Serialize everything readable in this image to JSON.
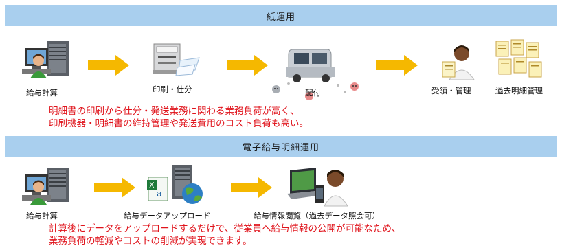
{
  "sections": [
    {
      "title": "紙運用",
      "steps": [
        {
          "label": "給与計算",
          "icon": "user-server-icon"
        },
        {
          "label": "印刷・仕分",
          "icon": "printer-icon"
        },
        {
          "label": "配付",
          "icon": "delivery-car-icon"
        },
        {
          "label": "受領・管理",
          "icon": "user-document-icon"
        },
        {
          "label": "過去明細管理",
          "icon": "document-stack-icon"
        }
      ],
      "note_lines": [
        "明細書の印刷から仕分・発送業務に関わる業務負荷が高く、",
        "印刷機器・明細書の維持管理や発送費用のコスト負荷も高い。"
      ]
    },
    {
      "title": "電子給与明細運用",
      "steps": [
        {
          "label": "給与計算",
          "icon": "user-server-icon"
        },
        {
          "label": "給与データアップロード",
          "icon": "server-upload-icon"
        },
        {
          "label": "給与情報閲覧（過去データ照会可）",
          "icon": "laptop-user-icon"
        }
      ],
      "note_lines": [
        "計算後にデータをアップロードするだけで、従業員へ給与情報の公開が可能なため、",
        "業務負荷の軽減やコストの削減が実現できます。"
      ]
    }
  ],
  "colors": {
    "band": "#a9cfee",
    "arrow": "#f5b800",
    "note": "#e0141c"
  }
}
